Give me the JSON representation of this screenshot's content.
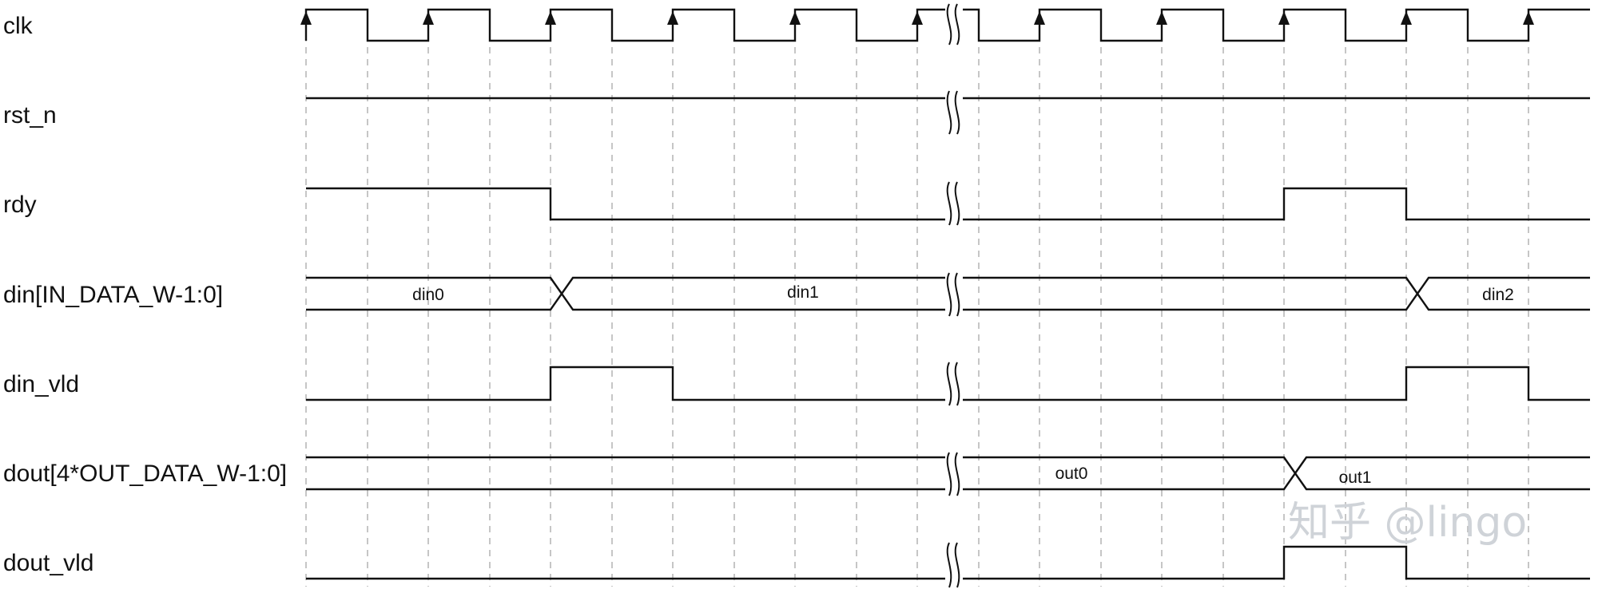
{
  "signals": [
    {
      "id": "clk",
      "label": "clk"
    },
    {
      "id": "rst_n",
      "label": "rst_n"
    },
    {
      "id": "rdy",
      "label": "rdy"
    },
    {
      "id": "din",
      "label": "din[IN_DATA_W-1:0]"
    },
    {
      "id": "din_vld",
      "label": "din_vld"
    },
    {
      "id": "dout",
      "label": "dout[4*OUT_DATA_W-1:0]"
    },
    {
      "id": "dout_vld",
      "label": "dout_vld"
    }
  ],
  "bus_values": {
    "din": [
      "din0",
      "din1",
      "din2"
    ],
    "dout": [
      "out0",
      "out1"
    ]
  },
  "watermark": {
    "text": "知乎 @lingo"
  }
}
